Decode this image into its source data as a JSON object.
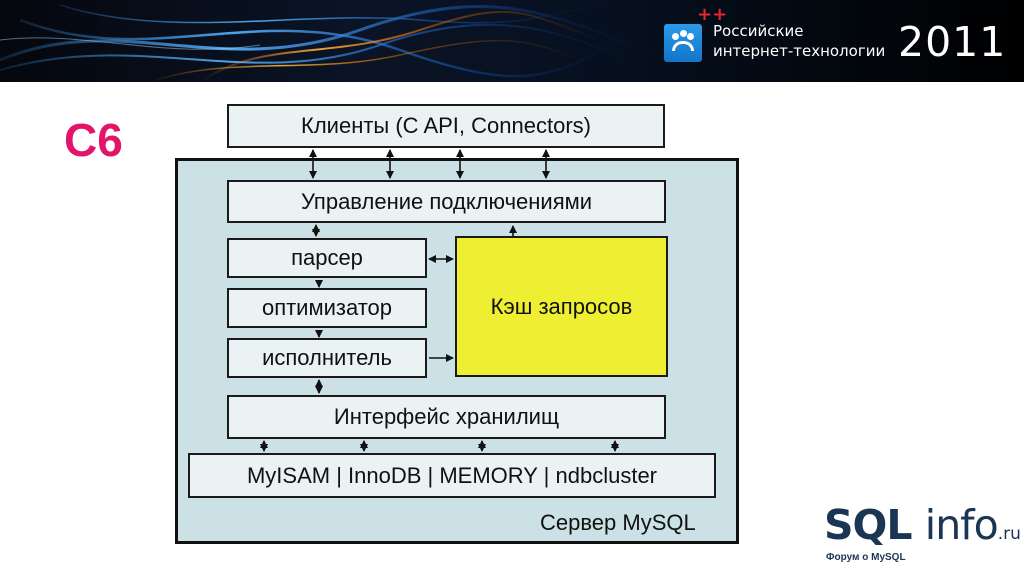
{
  "header": {
    "plus_mark": "++",
    "event_name_line1": "Российские",
    "event_name_line2": "интернет-технологии",
    "year": "2011"
  },
  "slide_label": "C6",
  "diagram": {
    "clients": "Клиенты (C API, Connectors)",
    "connection_management": "Управление подключениями",
    "parser": "парсер",
    "optimizer": "оптимизатор",
    "executor": "исполнитель",
    "query_cache": "Кэш запросов",
    "storage_interface": "Интерфейс хранилищ",
    "engines": "MyISAM | InnoDB | MEMORY | ndbcluster",
    "server_label": "Сервер MySQL"
  },
  "footer_logo": {
    "brand_left": "SQL",
    "brand_right": "info",
    "tld": ".ru",
    "tagline": "Форум о MySQL"
  },
  "colors": {
    "accent_label": "#e2156b",
    "server_fill": "#cbe1e5",
    "box_fill": "#eaf2f3",
    "cache_fill": "#eeee33",
    "logo_blue": "#1b3554"
  }
}
